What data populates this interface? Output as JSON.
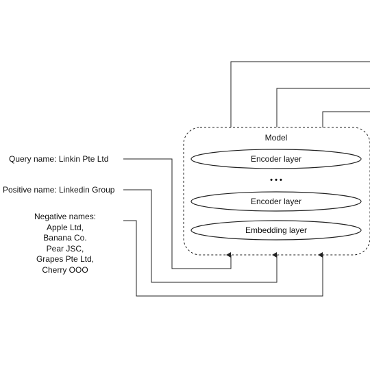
{
  "model": {
    "title": "Model",
    "layers": [
      "Encoder layer",
      "• • •",
      "Encoder layer",
      "Embedding layer"
    ]
  },
  "inputs": {
    "query": "Query name: Linkin Pte Ltd",
    "positive": "Positive name: Linkedin Group",
    "negative_title": "Negative names:",
    "negatives": [
      "Apple Ltd,",
      "Banana Co.",
      "Pear JSC,",
      "Grapes Pte Ltd,",
      "Cherry OOO"
    ]
  },
  "colors": {
    "stroke": "#222222",
    "text": "#111111",
    "background": "#ffffff"
  }
}
